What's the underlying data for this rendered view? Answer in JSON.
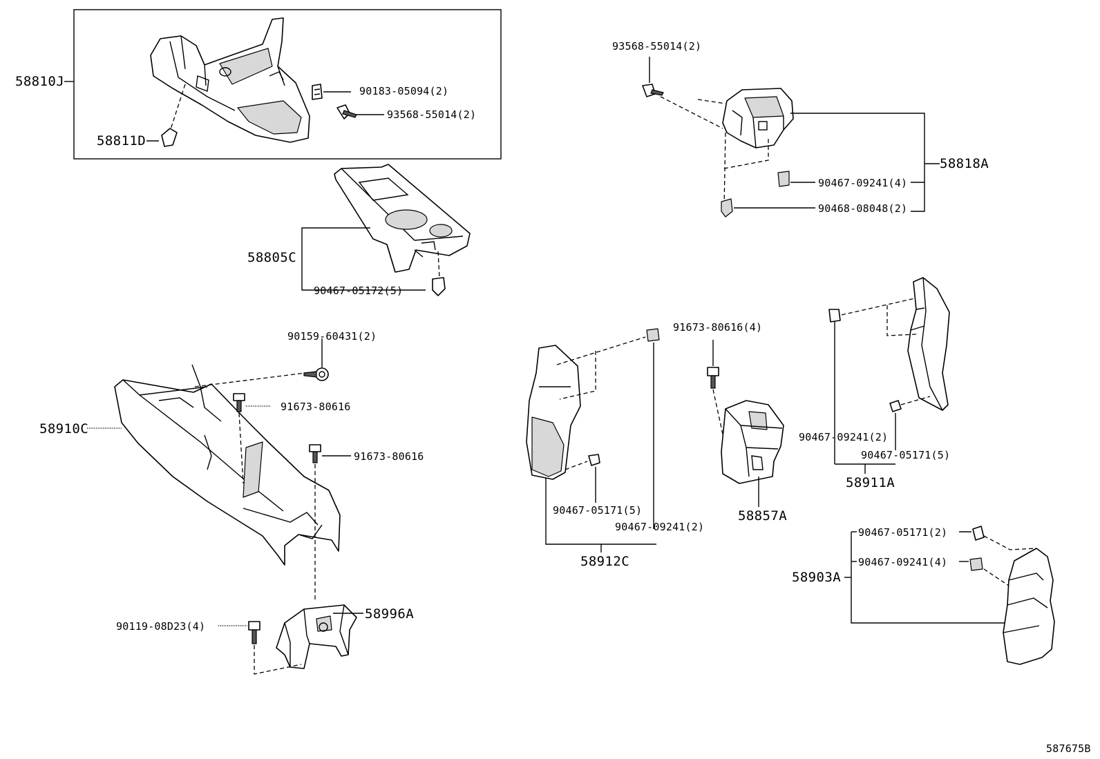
{
  "diagram_id": "587675B",
  "labels": {
    "p58810J": "58810J",
    "p58811D": "58811D",
    "p90183_05094": "90183-05094(2)",
    "p93568_55014_a": "93568-55014(2)",
    "p58805C": "58805C",
    "p90467_05172": "90467-05172(5)",
    "p90159_60431": "90159-60431(2)",
    "p58910C": "58910C",
    "p91673_80616_a": "91673-80616",
    "p91673_80616_b": "91673-80616",
    "p90119_08D23": "90119-08D23(4)",
    "p58996A": "58996A",
    "p93568_55014_b": "93568-55014(2)",
    "p58818A": "58818A",
    "p90467_09241_a": "90467-09241(4)",
    "p90468_08048": "90468-08048(2)",
    "p91673_80616_c": "91673-80616(4)",
    "p58857A": "58857A",
    "p90467_05171_a": "90467-05171(5)",
    "p90467_09241_b": "90467-09241(2)",
    "p58912C": "58912C",
    "p90467_09241_c": "90467-09241(2)",
    "p90467_05171_b": "90467-05171(5)",
    "p58911A": "58911A",
    "p90467_05171_c": "90467-05171(2)",
    "p90467_09241_d": "90467-09241(4)",
    "p58903A": "58903A"
  }
}
